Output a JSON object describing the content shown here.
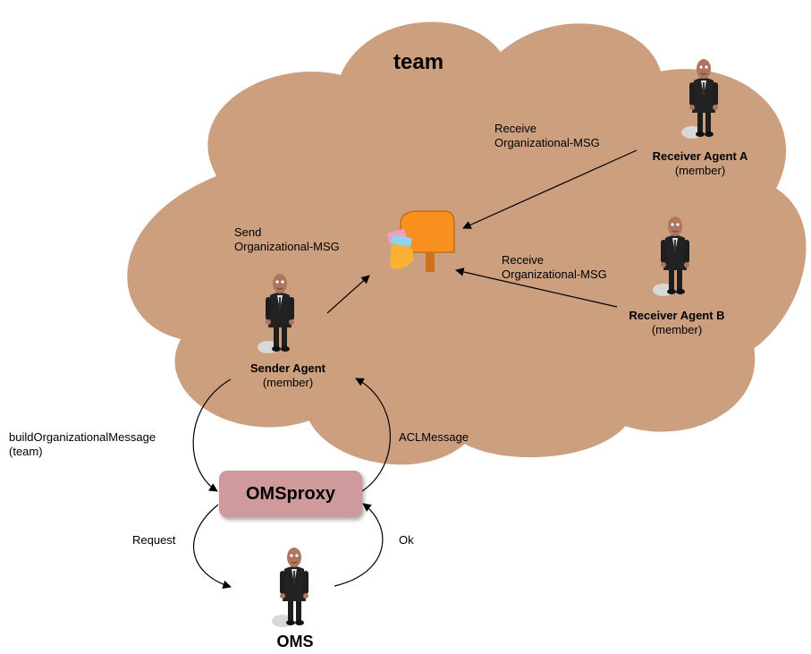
{
  "title": "team",
  "labels": {
    "receive_a_line1": "Receive",
    "receive_a_line2": "Organizational-MSG",
    "receive_b_line1": "Receive",
    "receive_b_line2": "Organizational-MSG",
    "send_line1": "Send",
    "send_line2": "Organizational-MSG",
    "build_line1": "buildOrganizationalMessage",
    "build_line2": "(team)",
    "aclmessage": "ACLMessage",
    "request": "Request",
    "ok": "Ok"
  },
  "nodes": {
    "receiver_a": {
      "name": "Receiver Agent A",
      "role": "(member)"
    },
    "receiver_b": {
      "name": "Receiver Agent B",
      "role": "(member)"
    },
    "sender": {
      "name": "Sender Agent",
      "role": "(member)"
    },
    "omsproxy": "OMSproxy",
    "oms": "OMS"
  },
  "colors": {
    "cloud_fill": "#cc9f7f",
    "cloud_stroke": "#ffffff",
    "omsproxy_fill": "#cf9a9c",
    "mailbox": "#f7901e",
    "suit": "#1e1e1e",
    "skin": "#b07560"
  },
  "icons": {
    "agent": "person-in-suit-icon",
    "mailbox": "mailbox-icon"
  }
}
